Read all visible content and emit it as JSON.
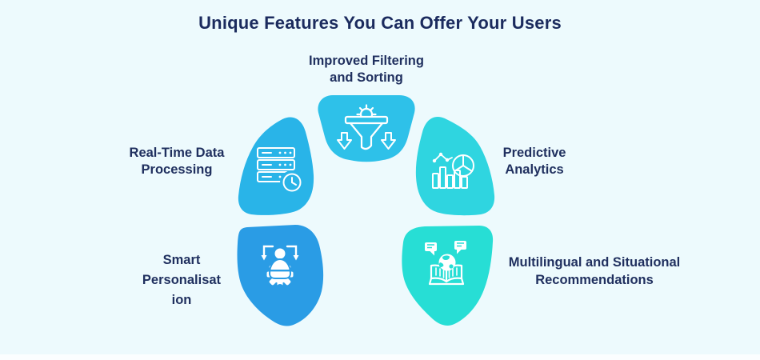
{
  "title": "Unique Features You Can Offer Your Users",
  "colors": {
    "background": "#edfafd",
    "title_text": "#1b2b5e",
    "label_text": "#20305f",
    "icon_stroke": "#ffffff"
  },
  "features": [
    {
      "name": "Improved Filtering and Sorting",
      "lines": [
        "Improved Filtering",
        "and Sorting"
      ],
      "icon": "funnel-gear-icon",
      "position": "top-center",
      "color": "#2ec1e9"
    },
    {
      "name": "Real-Time Data Processing",
      "lines": [
        "Real-Time Data",
        "Processing"
      ],
      "icon": "server-clock-icon",
      "position": "upper-left",
      "color": "#29b4e8"
    },
    {
      "name": "Predictive Analytics",
      "lines": [
        "Predictive",
        "Analytics"
      ],
      "icon": "bar-chart-magnifier-icon",
      "position": "upper-right",
      "color": "#2fd5e0"
    },
    {
      "name": "Smart Personalisation",
      "lines": [
        "Smart",
        "Personalisat",
        "ion"
      ],
      "icon": "user-gear-icon",
      "position": "lower-left",
      "color": "#2a9ce5"
    },
    {
      "name": "Multilingual and Situational Recommendations",
      "lines": [
        "Multilingual and Situational",
        "Recommendations"
      ],
      "icon": "book-globe-icon",
      "position": "lower-right",
      "color": "#27ded5"
    }
  ]
}
